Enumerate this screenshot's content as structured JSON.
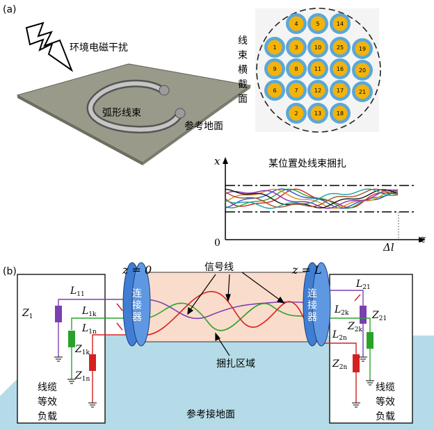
{
  "panel_a": {
    "label": "(a)",
    "emi_label": "环境电磁干扰",
    "bundle_label": "弧形线束",
    "ground_label": "参考地面",
    "cross_section_label": [
      "线",
      "束",
      "横",
      "截",
      "面"
    ],
    "wire_numbers": [
      "4",
      "5",
      "14",
      "1",
      "3",
      "10",
      "25",
      "19",
      "9",
      "8",
      "11",
      "16",
      "20",
      "6",
      "7",
      "12",
      "17",
      "21",
      "2",
      "13",
      "18"
    ],
    "twist_title": "某位置处线束捆扎",
    "axis_x": "x",
    "axis_z": "z",
    "origin": "0",
    "delta_l": "Δl"
  },
  "panel_b": {
    "label": "(b)",
    "z0_label": "z = 0",
    "zL_label": "z = L",
    "signal_label": "信号线",
    "bundle_region_label": "捆扎区域",
    "ground_plane_label": "参考接地面",
    "connector_label": [
      "连",
      "接",
      "器"
    ],
    "load_label": [
      "线缆",
      "等效",
      "负载"
    ],
    "left": {
      "L11": "L",
      "L11s": "11",
      "L1k": "L",
      "L1ks": "1k",
      "L1n": "L",
      "L1ns": "1n",
      "Z1": "Z",
      "Z1s": "1",
      "Z1k": "Z",
      "Z1ks": "1k",
      "Z1n": "Z",
      "Z1ns": "1n"
    },
    "right": {
      "L21": "L",
      "L21s": "21",
      "L2k": "L",
      "L2ks": "2k",
      "L2n": "L",
      "L2ns": "2n",
      "Z21": "Z",
      "Z21s": "21",
      "Z2k": "Z",
      "Z2ks": "2k",
      "Z2n": "Z",
      "Z2ns": "2n"
    },
    "colors": {
      "purple": "#7a3fb0",
      "green": "#2aa22a",
      "red": "#d62020",
      "connector": "#3f7ed2",
      "ground": "#b5dbe8",
      "region": "#f9dccb"
    }
  }
}
